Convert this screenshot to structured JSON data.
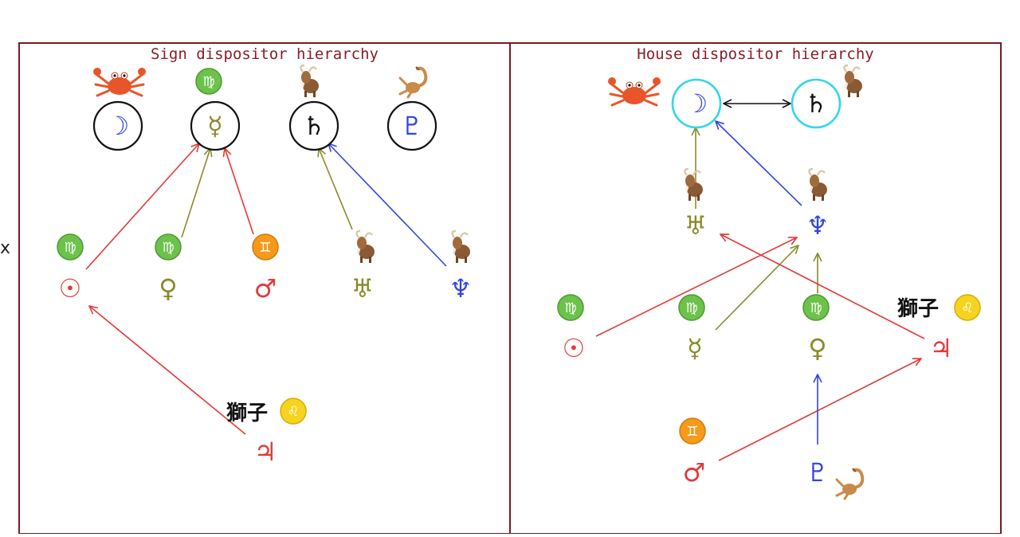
{
  "edge_mark": "x",
  "panels": [
    {
      "title": "Sign dispositor hierarchy",
      "label_glyph": "獅子",
      "nodes": [
        {
          "id": "moon",
          "glyph": "☽",
          "color": "#3344e0",
          "ring": "#111111",
          "badge": "crab-badge"
        },
        {
          "id": "mercury",
          "glyph": "☿",
          "color": "#8a8a2a",
          "ring": "#111111",
          "badge": "virgo-badge"
        },
        {
          "id": "saturn",
          "glyph": "♄",
          "color": "#111111",
          "ring": "#111111",
          "badge": "goat-badge"
        },
        {
          "id": "pluto",
          "glyph": "♇",
          "color": "#3344e0",
          "ring": "#111111",
          "badge": "scorpion-badge"
        },
        {
          "id": "sun",
          "glyph": "☉",
          "color": "#e23a3a",
          "badge": "virgo-badge"
        },
        {
          "id": "venus",
          "glyph": "♀",
          "color": "#8a8a2a",
          "badge": "virgo-badge"
        },
        {
          "id": "mars",
          "glyph": "♂",
          "color": "#e23a3a",
          "badge": "gemini-badge"
        },
        {
          "id": "uranus",
          "glyph": "♅",
          "color": "#8a8a2a",
          "badge": "goat-badge"
        },
        {
          "id": "neptune",
          "glyph": "♆",
          "color": "#3344e0",
          "badge": "goat-badge"
        },
        {
          "id": "jupiter",
          "glyph": "♃",
          "color": "#e23a3a",
          "badge": "leo-badge"
        }
      ],
      "edges": [
        {
          "from": "sun",
          "to": "mercury",
          "color": "#e23a3a"
        },
        {
          "from": "venus",
          "to": "mercury",
          "color": "#8a8a2a"
        },
        {
          "from": "mars",
          "to": "mercury",
          "color": "#e23a3a"
        },
        {
          "from": "uranus",
          "to": "saturn",
          "color": "#8a8a2a"
        },
        {
          "from": "neptune",
          "to": "saturn",
          "color": "#3344e0"
        },
        {
          "from": "jupiter",
          "to": "sun",
          "color": "#e23a3a"
        }
      ]
    },
    {
      "title": "House dispositor hierarchy",
      "label_glyph": "獅子",
      "nodes": [
        {
          "id": "moon",
          "glyph": "☽",
          "color": "#3344e0",
          "ring": "#33d6e6",
          "badge": "crab-badge"
        },
        {
          "id": "saturn",
          "glyph": "♄",
          "color": "#111111",
          "ring": "#33d6e6",
          "badge": "goat-badge"
        },
        {
          "id": "uranus",
          "glyph": "♅",
          "color": "#8a8a2a",
          "badge": "goat-badge"
        },
        {
          "id": "neptune",
          "glyph": "♆",
          "color": "#3344e0",
          "badge": "goat-badge"
        },
        {
          "id": "sun",
          "glyph": "☉",
          "color": "#e23a3a",
          "badge": "virgo-badge"
        },
        {
          "id": "mercury",
          "glyph": "☿",
          "color": "#8a8a2a",
          "badge": "virgo-badge"
        },
        {
          "id": "venus",
          "glyph": "♀",
          "color": "#8a8a2a",
          "badge": "virgo-badge"
        },
        {
          "id": "jupiter",
          "glyph": "♃",
          "color": "#e23a3a",
          "badge": "leo-badge"
        },
        {
          "id": "mars",
          "glyph": "♂",
          "color": "#e23a3a",
          "badge": "gemini-badge"
        },
        {
          "id": "pluto",
          "glyph": "♇",
          "color": "#3344e0",
          "badge": "scorpion-badge"
        }
      ],
      "edges": [
        {
          "from": "moon",
          "to": "saturn",
          "color": "#111111",
          "bidirectional": true
        },
        {
          "from": "uranus",
          "to": "moon",
          "color": "#8a8a2a"
        },
        {
          "from": "neptune",
          "to": "moon",
          "color": "#3344e0"
        },
        {
          "from": "sun",
          "to": "neptune",
          "color": "#e23a3a"
        },
        {
          "from": "mercury",
          "to": "neptune",
          "color": "#8a8a2a"
        },
        {
          "from": "venus",
          "to": "neptune",
          "color": "#8a8a2a"
        },
        {
          "from": "jupiter",
          "to": "uranus",
          "color": "#e23a3a"
        },
        {
          "from": "mars",
          "to": "jupiter",
          "color": "#e23a3a"
        },
        {
          "from": "pluto",
          "to": "venus",
          "color": "#3344e0"
        }
      ]
    }
  ]
}
